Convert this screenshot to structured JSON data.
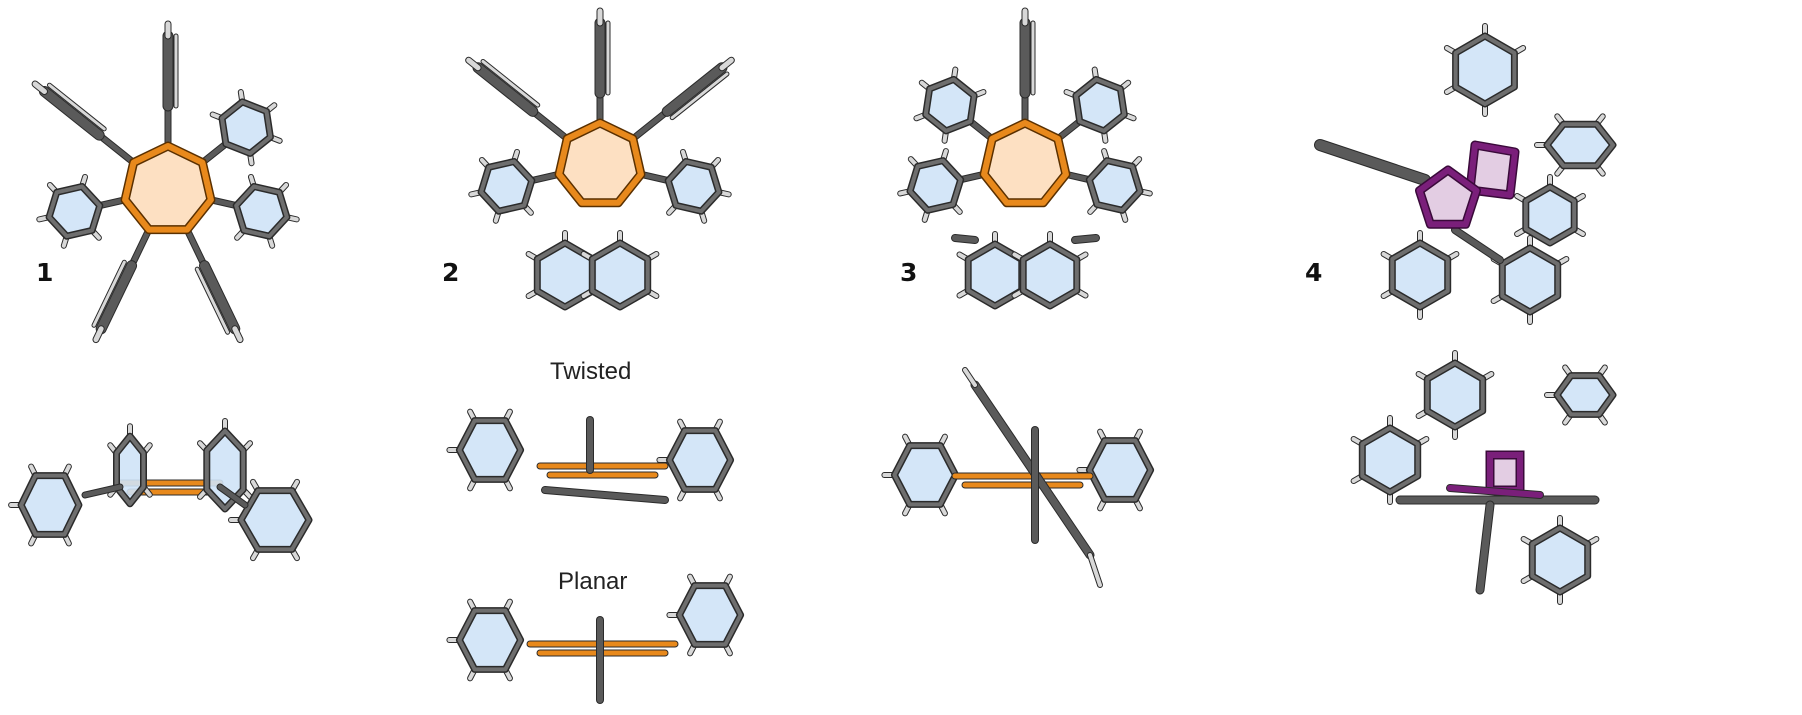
{
  "figure": {
    "compounds": [
      {
        "label": "1",
        "core": "seven-membered ring",
        "core_color": "#e8891c"
      },
      {
        "label": "2",
        "core": "seven-membered ring",
        "core_color": "#e8891c",
        "views": [
          "Twisted",
          "Planar"
        ]
      },
      {
        "label": "3",
        "core": "seven-membered ring",
        "core_color": "#e8891c"
      },
      {
        "label": "4",
        "core": "fused four/five-membered rings",
        "core_color": "#7a1f7a"
      }
    ]
  },
  "colors": {
    "bond_gray": "#5a5a5a",
    "hydrogen": "#d8d8d8",
    "phenyl_fill": "#cfe3f7",
    "phenyl_stroke": "#4a4a4a",
    "orange_core": "#e8891c",
    "orange_fill": "#fde0c2",
    "purple_core": "#7a1f7a",
    "purple_fill": "#e3cde3"
  }
}
